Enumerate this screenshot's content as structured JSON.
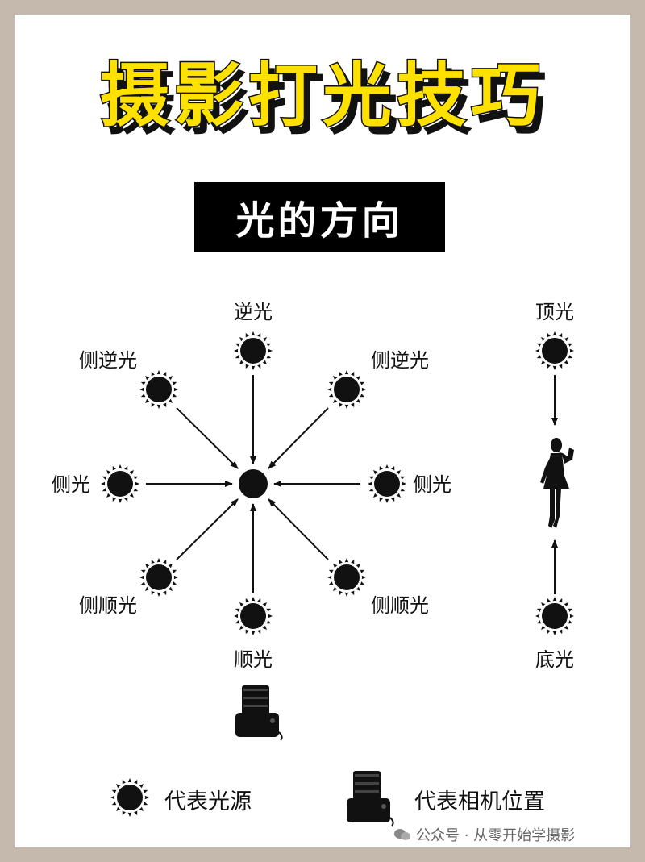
{
  "title": "摄影打光技巧",
  "subtitle": "光的方向",
  "labels": {
    "back": "逆光",
    "side_back_left": "侧逆光",
    "side_back_right": "侧逆光",
    "side_left": "侧光",
    "side_right": "侧光",
    "side_front_left": "侧顺光",
    "side_front_right": "侧顺光",
    "front": "顺光",
    "top": "顶光",
    "bottom": "底光"
  },
  "legend": {
    "light_source": "代表光源",
    "camera_position": "代表相机位置"
  },
  "watermark": "公众号 · 从零开始学摄影",
  "colors": {
    "title_yellow": "#ffe100",
    "ink": "#111111",
    "frame": "#c5b9ae"
  },
  "icons": [
    "sun-icon",
    "camera-icon",
    "person-silhouette-icon",
    "wechat-icon"
  ]
}
